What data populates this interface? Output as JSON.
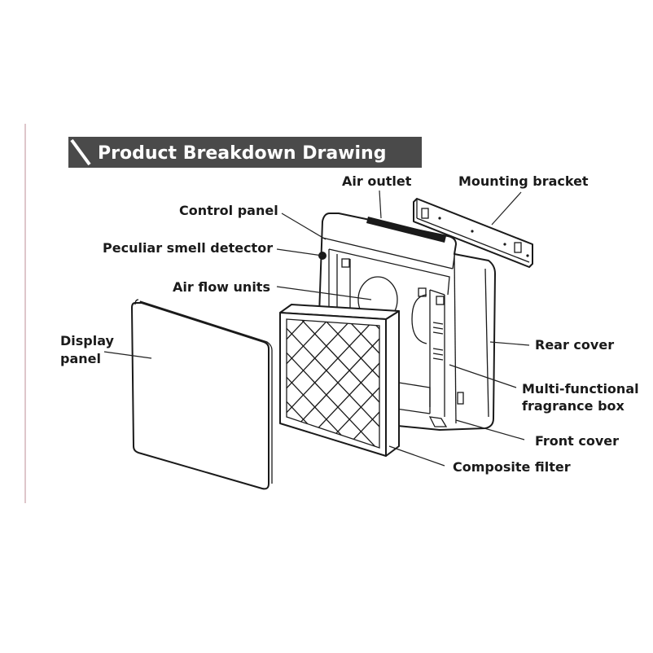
{
  "title": "Product Breakdown Drawing",
  "labels": {
    "air_outlet": "Air outlet",
    "mounting_bracket": "Mounting bracket",
    "control_panel": "Control panel",
    "peculiar_smell_detector": "Peculiar smell detector",
    "air_flow_units": "Air flow units",
    "display_panel_line1": "Display",
    "display_panel_line2": "panel",
    "rear_cover": "Rear cover",
    "fragrance_box_line1": "Multi-functional",
    "fragrance_box_line2": "fragrance box",
    "front_cover": "Front cover",
    "composite_filter": "Composite filter"
  },
  "colors": {
    "title_bar": "#4a4a4a",
    "margin_line": "#c9a0a8",
    "line": "#1a1a1a"
  }
}
